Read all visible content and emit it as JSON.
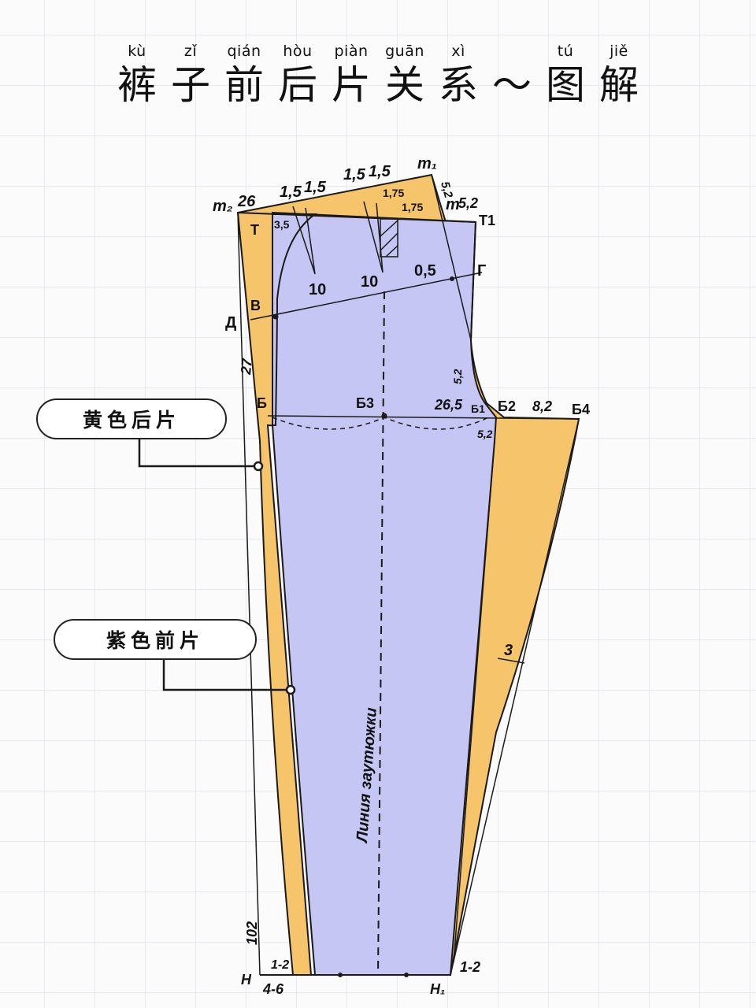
{
  "title": {
    "chars": [
      {
        "pinyin": "kù",
        "hanzi": "裤"
      },
      {
        "pinyin": "zǐ",
        "hanzi": "子"
      },
      {
        "pinyin": "qián",
        "hanzi": "前"
      },
      {
        "pinyin": "hòu",
        "hanzi": "后"
      },
      {
        "pinyin": "piàn",
        "hanzi": "片"
      },
      {
        "pinyin": "guān",
        "hanzi": "关"
      },
      {
        "pinyin": "xì",
        "hanzi": "系"
      },
      {
        "pinyin": "",
        "hanzi": "～"
      },
      {
        "pinyin": "tú",
        "hanzi": "图"
      },
      {
        "pinyin": "jiě",
        "hanzi": "解"
      }
    ]
  },
  "legend": {
    "back_piece": "黄色后片",
    "front_piece": "紫色前片"
  },
  "colors": {
    "back_piece_fill": "#f5c46b",
    "front_piece_fill": "#c6c6f4",
    "outline": "#1a1a1a"
  },
  "diagram": {
    "labels": {
      "m2": "m₂",
      "v26": "26",
      "d15a": "1,5",
      "d15b": "1,5",
      "d15c": "1,5",
      "d15d": "1,5",
      "m1": "m₁",
      "v52a": "5,2",
      "v175a": "1,75",
      "v175b": "1,75",
      "m": "m",
      "v52b": "5,2",
      "T1": "T1",
      "T": "T",
      "v35": "3,5",
      "d10a": "10",
      "d10b": "10",
      "v05": "0,5",
      "G": "Г",
      "V": "B",
      "D": "Д",
      "v27": "27",
      "v52c": "5,2",
      "B": "Б",
      "B3": "Б3",
      "v265": "26,5",
      "B1": "Б1",
      "B2": "Б2",
      "v82": "8,2",
      "B4": "Б4",
      "v52d": "5,2",
      "v3": "3",
      "axis": "Линия заутюжки",
      "v102": "102",
      "v12a": "1-2",
      "v12b": "1-2",
      "H": "H",
      "v46": "4-6",
      "H1": "H₁"
    }
  }
}
